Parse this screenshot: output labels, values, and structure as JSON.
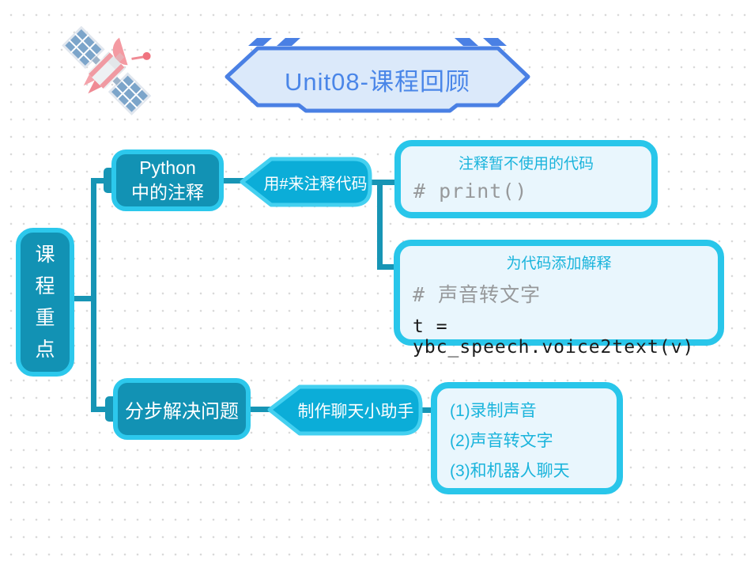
{
  "header": {
    "title": "Unit08-课程回顾"
  },
  "root": {
    "label": "课\n程\n重\n点"
  },
  "branch1": {
    "topic": "Python\n中的注释",
    "subtopic": "用#来注释代码",
    "leaf1": {
      "title": "注释暂不使用的代码",
      "code_comment": "# print()"
    },
    "leaf2": {
      "title": "为代码添加解释",
      "code_comment": "# 声音转文字",
      "code": "t = ybc_speech.voice2text(v)"
    }
  },
  "branch2": {
    "topic": "分步解决问题",
    "subtopic": "制作聊天小助手",
    "leaf": {
      "items": [
        "(1)录制声音",
        "(2)声音转文字",
        "(3)和机器人聊天"
      ]
    }
  },
  "colors": {
    "node_fill": "#1292b4",
    "node_border": "#2cc8ec",
    "hex_fill": "#0badd8",
    "hex_border": "#44d0f0",
    "connector": "#1795b5",
    "leaf_border": "#29c6ea",
    "leaf_fill": "#e9f6fd",
    "leaf_title": "#1ab4dc",
    "code_gray": "#97999b",
    "code_dark": "#1b1b1b",
    "banner_border": "#4a80e4",
    "banner_fill": "#dbe9fa",
    "banner_text": "#4a86e8"
  }
}
